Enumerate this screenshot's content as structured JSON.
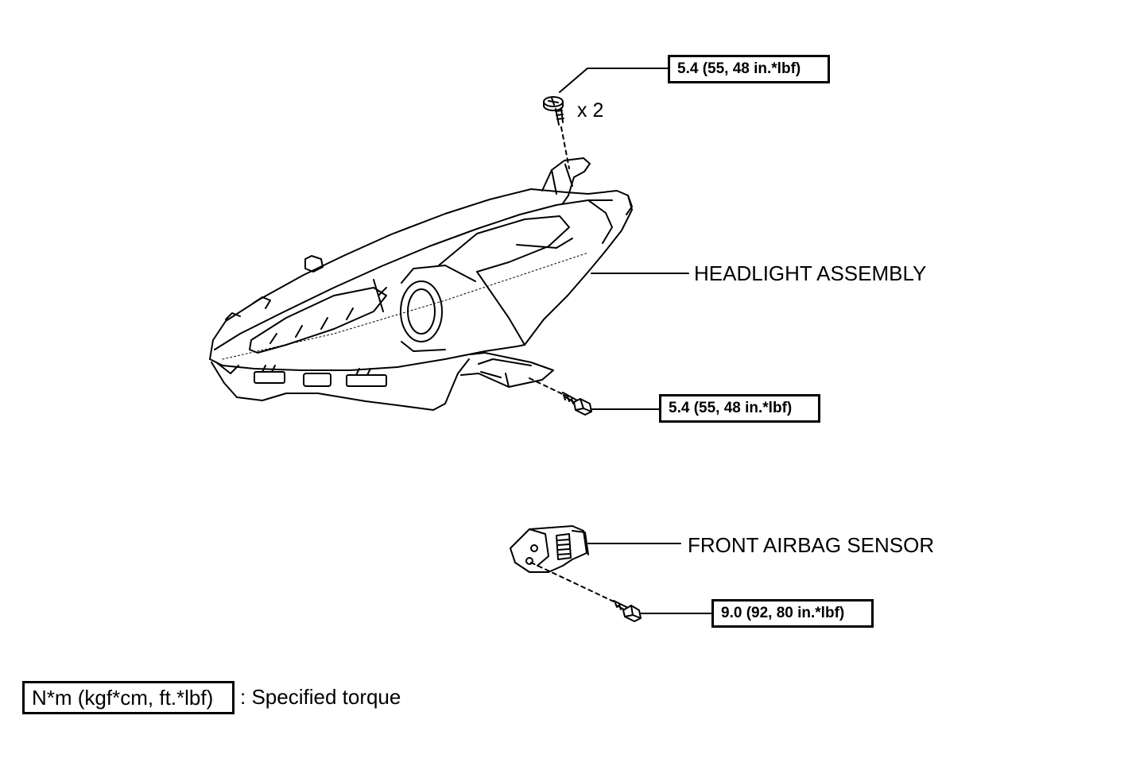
{
  "torques": {
    "top_bolt": "5.4 (55, 48 in.*lbf)",
    "lower_bolt": "5.4 (55, 48 in.*lbf)",
    "sensor_bolt": "9.0 (92, 80 in.*lbf)"
  },
  "quantity_label": "x 2",
  "parts": {
    "headlight": "HEADLIGHT ASSEMBLY",
    "airbag_sensor": "FRONT AIRBAG SENSOR"
  },
  "legend": {
    "unit": "N*m (kgf*cm, ft.*lbf)",
    "description": ": Specified torque"
  }
}
